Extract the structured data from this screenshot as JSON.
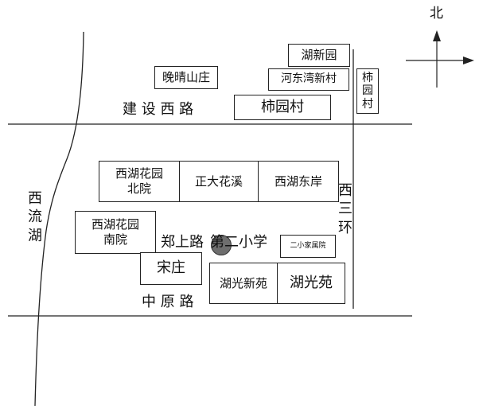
{
  "compass": {
    "north_label": "北"
  },
  "roads": {
    "jianshe_west": "建 设 西 路",
    "zhongyuan": "中 原 路",
    "zhengshang": "郑上路",
    "west_third_ring": "西三环",
    "west_lake": "西流湖"
  },
  "places": {
    "wanqing": "晚晴山庄",
    "huxinyuan": "湖新园",
    "hedongwan": "河东湾新村",
    "shiyuan_village_small": "柿园村",
    "shiyuan_village_big": "柿园村",
    "xihu_north": "西湖花园\n北院",
    "zhengda": "正大花溪",
    "xihu_east": "西湖东岸",
    "xihu_south": "西湖花园\n南院",
    "songzhuang": "宋庄",
    "huguang_new": "湖光新苑",
    "huguang": "湖光苑",
    "school": "第二小学",
    "school_family": "二小家属院"
  },
  "colors": {
    "line": "#222222",
    "marker": "#6e6e6e",
    "text": "#111111"
  }
}
